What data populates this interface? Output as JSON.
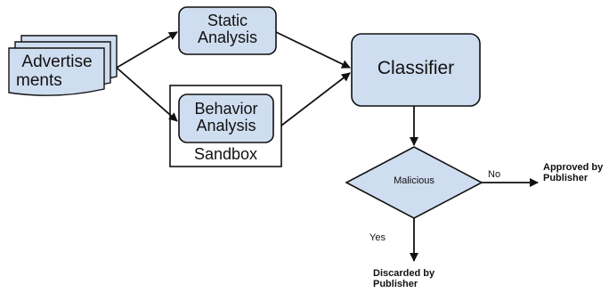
{
  "diagram": {
    "input_doc": {
      "line1": "Advertise",
      "line2": "ments"
    },
    "static_analysis": {
      "line1": "Static",
      "line2": "Analysis"
    },
    "behavior_analysis": {
      "line1": "Behavior",
      "line2": "Analysis"
    },
    "sandbox": {
      "label": "Sandbox"
    },
    "classifier": {
      "label": "Classifier"
    },
    "decision": {
      "label": "Malicious"
    },
    "edge_no": "No",
    "edge_yes": "Yes",
    "approved": {
      "line1": "Approved by",
      "line2": "Publisher"
    },
    "discarded": {
      "line1": "Discarded by",
      "line2": "Publisher"
    }
  },
  "colors": {
    "node_fill": "#cfddf0",
    "stroke": "#111111",
    "background": "#ffffff"
  }
}
